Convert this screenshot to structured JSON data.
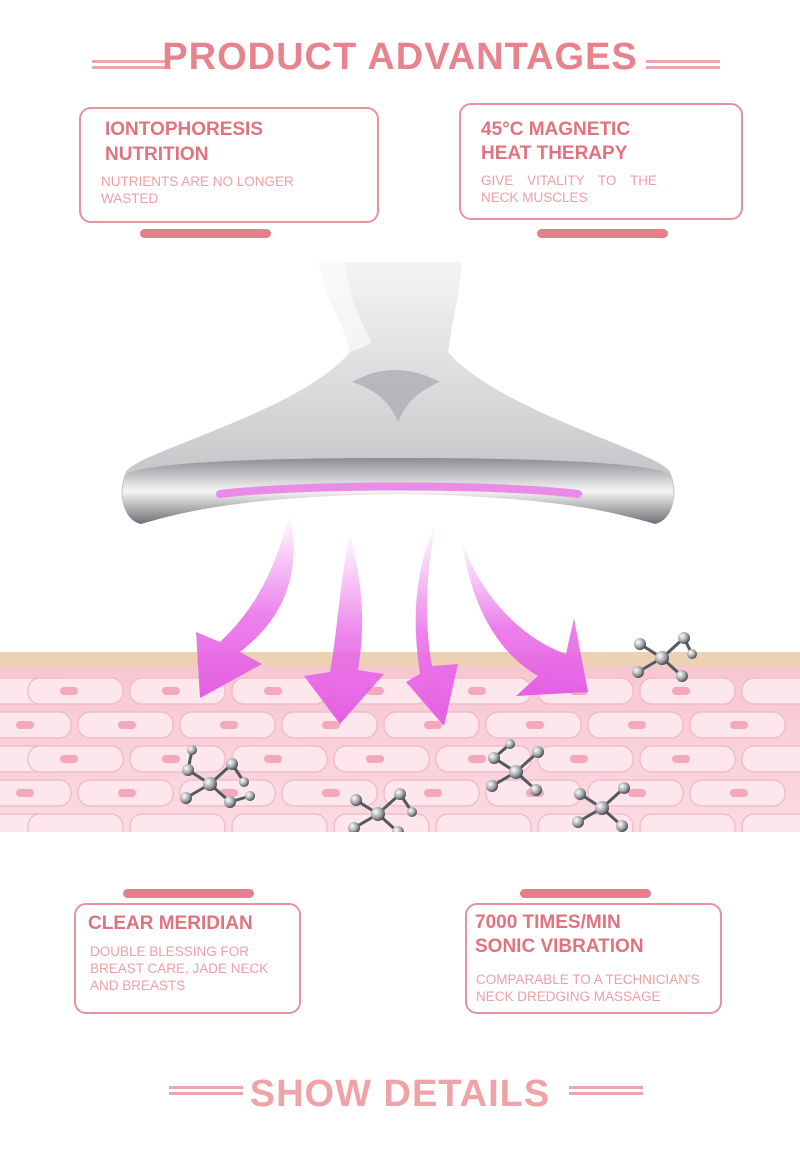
{
  "header": {
    "title": "PRODUCT ADVANTAGES"
  },
  "features": [
    {
      "title_line1": "IONTOPHORESIS",
      "title_line2": "NUTRITION",
      "desc_line1": "NUTRIENTS ARE NO LONGER",
      "desc_line2": "WASTED"
    },
    {
      "title_line1": "45°C MAGNETIC",
      "title_line2": "HEAT THERAPY",
      "desc_line1": "GIVE VITALITY TO THE",
      "desc_line2": "NECK MUSCLES"
    },
    {
      "title_line1": "CLEAR MERIDIAN",
      "desc_line1": "DOUBLE BLESSING FOR",
      "desc_line2": "BREAST CARE, JADE NECK",
      "desc_line3": "AND BREASTS"
    },
    {
      "title_line1": "7000 TIMES/MIN",
      "title_line2": "SONIC VIBRATION",
      "desc_line1": "COMPARABLE TO A TECHNICIAN'S",
      "desc_line2": "NECK DREDGING MASSAGE"
    }
  ],
  "footer": {
    "title": "SHOW DETAILS"
  },
  "colors": {
    "accent": "#e8838e",
    "accent_bar": "#e57f89",
    "skin": "#f7c6d0",
    "arrow": "#e96ce8",
    "light_strip": "#e88ce8"
  }
}
